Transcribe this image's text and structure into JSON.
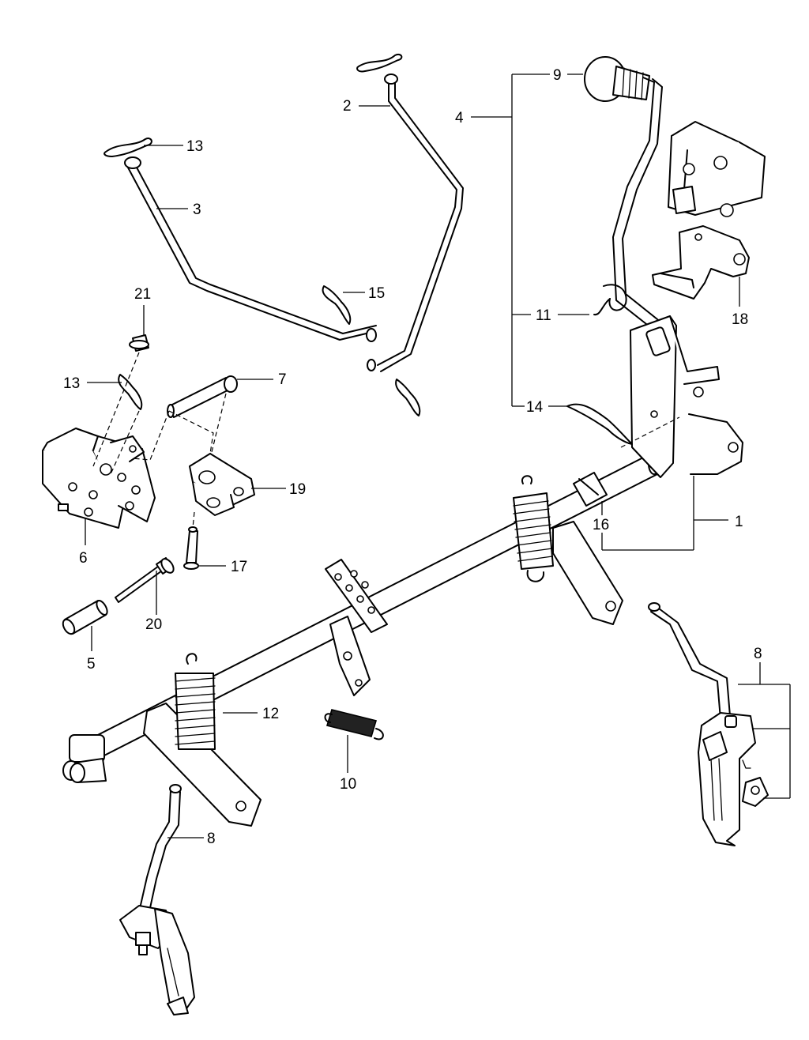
{
  "labels": {
    "l1": "1",
    "l2": "2",
    "l3": "3",
    "l4": "4",
    "l5": "5",
    "l6": "6",
    "l7": "7",
    "l8a": "8",
    "l8b": "8",
    "l9": "9",
    "l10": "10",
    "l11": "11",
    "l12": "12",
    "l13a": "13",
    "l13b": "13",
    "l14": "14",
    "l15": "15",
    "l16": "16",
    "l17": "17",
    "l18": "18",
    "l19": "19",
    "l20": "20",
    "l21": "21"
  }
}
